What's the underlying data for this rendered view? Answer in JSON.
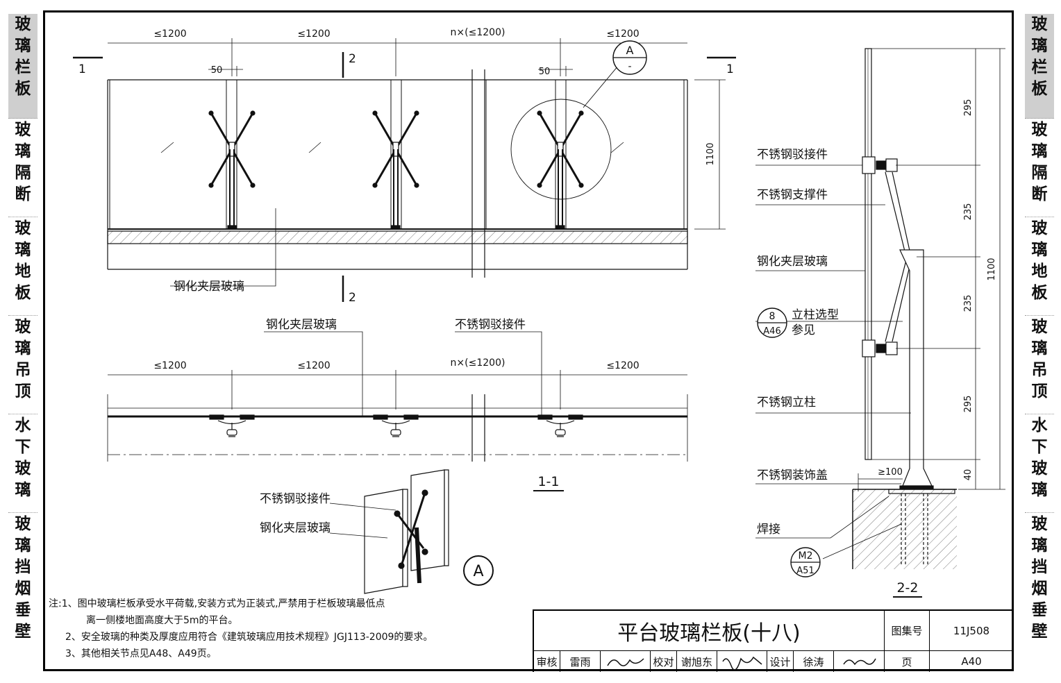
{
  "side_tabs": [
    "玻璃栏板",
    "玻璃隔断",
    "玻璃地板",
    "玻璃吊顶",
    "水下玻璃",
    "玻璃挡烟垂壁"
  ],
  "elevation": {
    "dims": [
      "≤1200",
      "≤1200",
      "n×(≤1200)",
      "≤1200"
    ],
    "gap_50": "50",
    "section_marks": [
      "1",
      "1",
      "2",
      "2"
    ],
    "height_dim": "1100",
    "detail_ref": "A",
    "detail_ref_sub": "-",
    "glass_label": "钢化夹层玻璃"
  },
  "plan": {
    "dims": [
      "≤1200",
      "≤1200",
      "n×(≤1200)",
      "≤1200"
    ],
    "label_glass": "钢化夹层玻璃",
    "label_fitting": "不锈钢驳接件",
    "section_title": "1-1"
  },
  "detail": {
    "label_fitting": "不锈钢驳接件",
    "label_glass": "钢化夹层玻璃",
    "bubble": "A"
  },
  "section22": {
    "labels": [
      "不锈钢驳接件",
      "不锈钢支撑件",
      "钢化夹层玻璃",
      "立柱选型",
      "参见",
      "不锈钢立柱",
      "不锈钢装饰盖",
      "焊接"
    ],
    "ref1_top": "8",
    "ref1_bottom": "A46",
    "ref2_top": "M2",
    "ref2_bottom": "A51",
    "dims": [
      "295",
      "235",
      "235",
      "295",
      "40"
    ],
    "total": "1100",
    "min_offset": "≥100",
    "title": "2-2"
  },
  "notes": [
    "注:1、图中玻璃栏板承受水平荷载,安装方式为正装式,严禁用于栏板玻璃最低点",
    "离一侧楼地面高度大于5m的平台。",
    "2、安全玻璃的种类及厚度应用符合《建筑玻璃应用技术规程》JGJ113-2009的要求。",
    "3、其他相关节点见A48、A49页。"
  ],
  "title_block": {
    "title": "平台玻璃栏板(十八)",
    "atlas_label": "图集号",
    "atlas_no": "11J508",
    "page_label": "页",
    "page_no": "A40",
    "review": "审核",
    "reviewer": "雷雨",
    "check": "校对",
    "checker": "谢旭东",
    "design": "设计",
    "designer": "徐涛"
  }
}
